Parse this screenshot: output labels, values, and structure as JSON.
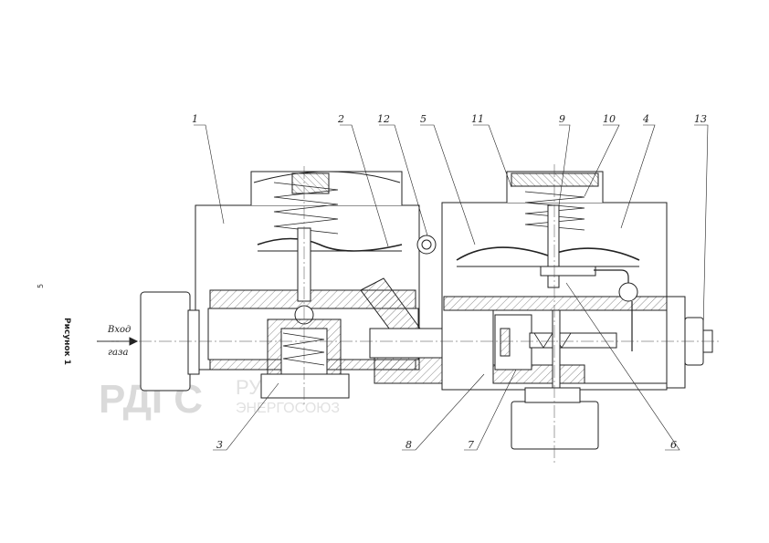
{
  "page": {
    "number": "5",
    "caption": "Рисунок 1"
  },
  "inlet": {
    "line1": "Вход",
    "line2": "газа"
  },
  "watermark": {
    "logo": "РДГС",
    "line1": "РУПРОП",
    "line2": "ЭНЕРГОСОЮЗ"
  },
  "callouts": {
    "c1": "1",
    "c2": "2",
    "c3": "3",
    "c4": "4",
    "c5": "5",
    "c6": "6",
    "c7": "7",
    "c8": "8",
    "c9": "9",
    "c10": "10",
    "c11": "11",
    "c12": "12",
    "c13": "13"
  }
}
